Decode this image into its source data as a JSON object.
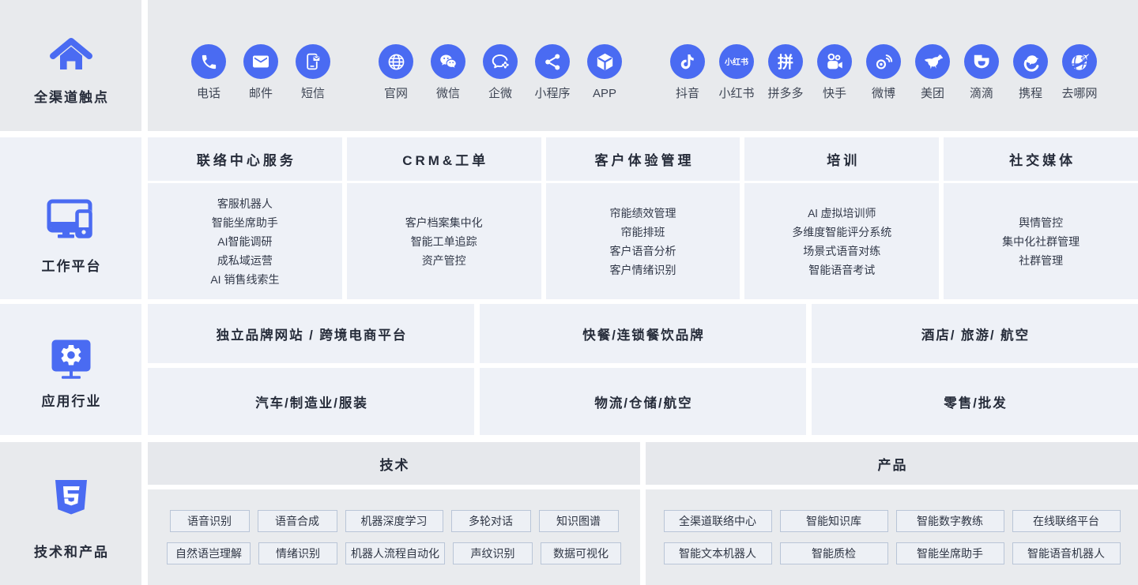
{
  "colors": {
    "accent_blue": "#4a6bf2",
    "panel_gray": "#e8eaed",
    "panel_gray_dark": "#e6e8ec",
    "panel_light": "#eef1f7",
    "box_bg": "#edf0f5",
    "box_border": "#b9c5d7",
    "title_text": "#262c3a",
    "body_text": "#323949"
  },
  "sidebar": {
    "rows": [
      {
        "label": "全渠道触点",
        "icon": "home-icon"
      },
      {
        "label": "工作平台",
        "icon": "devices-icon"
      },
      {
        "label": "应用行业",
        "icon": "gear-board-icon"
      },
      {
        "label": "技术和产品",
        "icon": "html5-shield-icon"
      }
    ]
  },
  "touchpoints": {
    "groups": [
      {
        "items": [
          {
            "label": "电话",
            "icon": "phone"
          },
          {
            "label": "邮件",
            "icon": "mail"
          },
          {
            "label": "短信",
            "icon": "sms"
          }
        ]
      },
      {
        "items": [
          {
            "label": "官网",
            "icon": "globe"
          },
          {
            "label": "微信",
            "icon": "wechat"
          },
          {
            "label": "企微",
            "icon": "wecom"
          },
          {
            "label": "小程序",
            "icon": "share"
          },
          {
            "label": "APP",
            "icon": "cube"
          }
        ]
      },
      {
        "items": [
          {
            "label": "抖音",
            "icon": "douyin"
          },
          {
            "label": "小红书",
            "icon": "xiaohongshu"
          },
          {
            "label": "拼多多",
            "icon": "pinduoduo"
          },
          {
            "label": "快手",
            "icon": "kuaishou"
          },
          {
            "label": "微博",
            "icon": "weibo"
          },
          {
            "label": "美团",
            "icon": "meituan"
          },
          {
            "label": "滴滴",
            "icon": "didi"
          },
          {
            "label": "携程",
            "icon": "ctrip"
          },
          {
            "label": "去哪网",
            "icon": "qunar"
          }
        ]
      }
    ]
  },
  "platform": {
    "columns": [
      {
        "title": "联络中心服务",
        "items": [
          "客服机器人",
          "智能坐席助手",
          "AI智能调研",
          "成私域运营",
          "AI 销售线索生"
        ]
      },
      {
        "title": "CRM&工单",
        "items": [
          "客户档案集中化",
          "智能工单追踪",
          "资产管控"
        ]
      },
      {
        "title": "客户体验管理",
        "items": [
          "帘能绩效管理",
          "帘能排班",
          "客户语音分析",
          "客户情绪识别"
        ]
      },
      {
        "title": "培训",
        "items": [
          "Al 虚拟培训师",
          "多维度智能评分系统",
          "场景式语音对练",
          "智能语音考试"
        ]
      },
      {
        "title": "社交媒体",
        "items": [
          "舆情管控",
          "集中化社群管理",
          "社群管理"
        ]
      }
    ]
  },
  "industries": {
    "rows": [
      [
        "独立品牌网站 / 跨境电商平台",
        "快餐/连锁餐饮品牌",
        "酒店/ 旅游/ 航空"
      ],
      [
        "汽车/制造业/服装",
        "物流/仓储/航空",
        "零售/批发"
      ]
    ]
  },
  "tech_products": {
    "sections": [
      {
        "title": "技术",
        "rows": [
          [
            "语音识别",
            "语音合成",
            "机器深度学习",
            "多轮对话",
            "知识图谱"
          ],
          [
            "自然语岂理解",
            "情绪识别",
            "机器人流程自动化",
            "声纹识别",
            "数据可视化"
          ]
        ]
      },
      {
        "title": "产品",
        "rows": [
          [
            "全渠道联络中心",
            "智能知识库",
            "智能数字教练",
            "在线联络平台"
          ],
          [
            "智能文本机器人",
            "智能质检",
            "智能坐席助手",
            "智能语音机器人"
          ]
        ]
      }
    ]
  }
}
